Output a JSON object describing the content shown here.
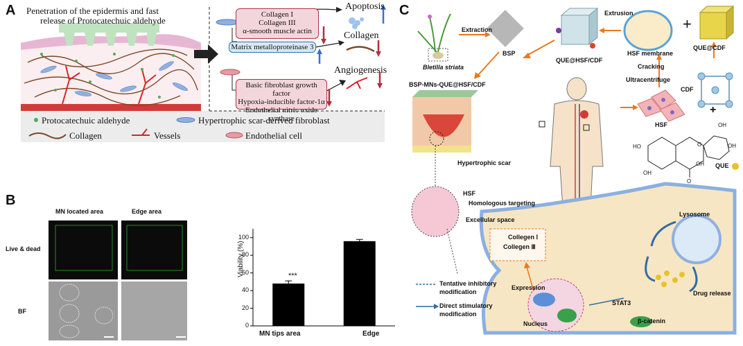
{
  "panelA": {
    "letter": "A",
    "penetration_title_line1": "Penetration of the epidermis and fast",
    "penetration_title_line2": "release of Protocatechuic aldehyde",
    "apoptosis": "Apoptosis",
    "collagen_box_lines": [
      "Collagen I",
      "Collagen III",
      "α-smooth muscle actin"
    ],
    "mmp_box": "Matrix metalloproteinase 3",
    "collagen_label": "Collagen",
    "angiogenesis": "Angiogenesis",
    "growth_box_lines": [
      "Basic fibroblast growth factor",
      "Hypoxia-inducible factor-1α",
      "Endothelial nitric oxide synthase"
    ],
    "legend": {
      "pca": "Protocatechuic aldehyde",
      "fibroblast": "Hypertrophic scar-derived fibroblast",
      "collagen": "Collagen",
      "vessels": "Vessels",
      "endothelial": "Endothelial cell"
    },
    "colors": {
      "pca": "#4caf50",
      "fibroblast": "#7a9fd6",
      "collagen": "#7a4a2a",
      "vessels": "#d62728",
      "endothelial": "#e06070"
    }
  },
  "panelB": {
    "letter": "B",
    "col_mn": "MN located area",
    "col_edge": "Edge area",
    "row_live": "Live & dead",
    "row_bf": "BF",
    "chart_data": {
      "type": "bar",
      "categories": [
        "MN tips area",
        "Edge"
      ],
      "values": [
        48,
        96
      ],
      "errors": [
        3,
        2
      ],
      "ylabel": "Viability (%)",
      "ylim": [
        0,
        110
      ],
      "yticks": [
        "0",
        "20",
        "40",
        "60",
        "80",
        "100"
      ],
      "annotation": "***",
      "bar_color": "#000000"
    }
  },
  "panelC": {
    "letter": "C",
    "bletilla": "Bletilla striata",
    "extraction": "Extraction",
    "bsp": "BSP",
    "extrusion": "Extrusion",
    "hsf_membrane": "HSF membrane",
    "que_cdf": "QUE@CDF",
    "que_hsf_cdf": "QUE@HSF/CDF",
    "bsp_mns": "BSP-MNs-QUE@HSF/CDF",
    "cracking": "Cracking",
    "ultracentrifuge": "Ultracentrifuge",
    "cdf": "CDF",
    "hsf": "HSF",
    "plus1": "+",
    "plus2": "+",
    "que": "QUE",
    "oh_labels": [
      "OH",
      "OH",
      "HO",
      "OH",
      "OH"
    ],
    "o_labels": [
      "O",
      "O"
    ],
    "hypertrophic_scar": "Hypertrophic scar",
    "hsf_small": "HSF",
    "homologous": "Homologous targeting",
    "excellular": "Excellular space",
    "collagen1": "Collegen Ⅰ",
    "collagen3": "Collegen Ⅲ",
    "lysosome": "Lysosome",
    "expression": "Expression",
    "nucleus": "Nucleus",
    "stat3": "STAT3",
    "bcatenin": "β-catenin",
    "drug_release": "Drug release",
    "legend_inhibitory_1": "Tentative inhibitory",
    "legend_inhibitory_2": "modification",
    "legend_stimulatory_1": "Direct stimulatory",
    "legend_stimulatory_2": "modification"
  }
}
